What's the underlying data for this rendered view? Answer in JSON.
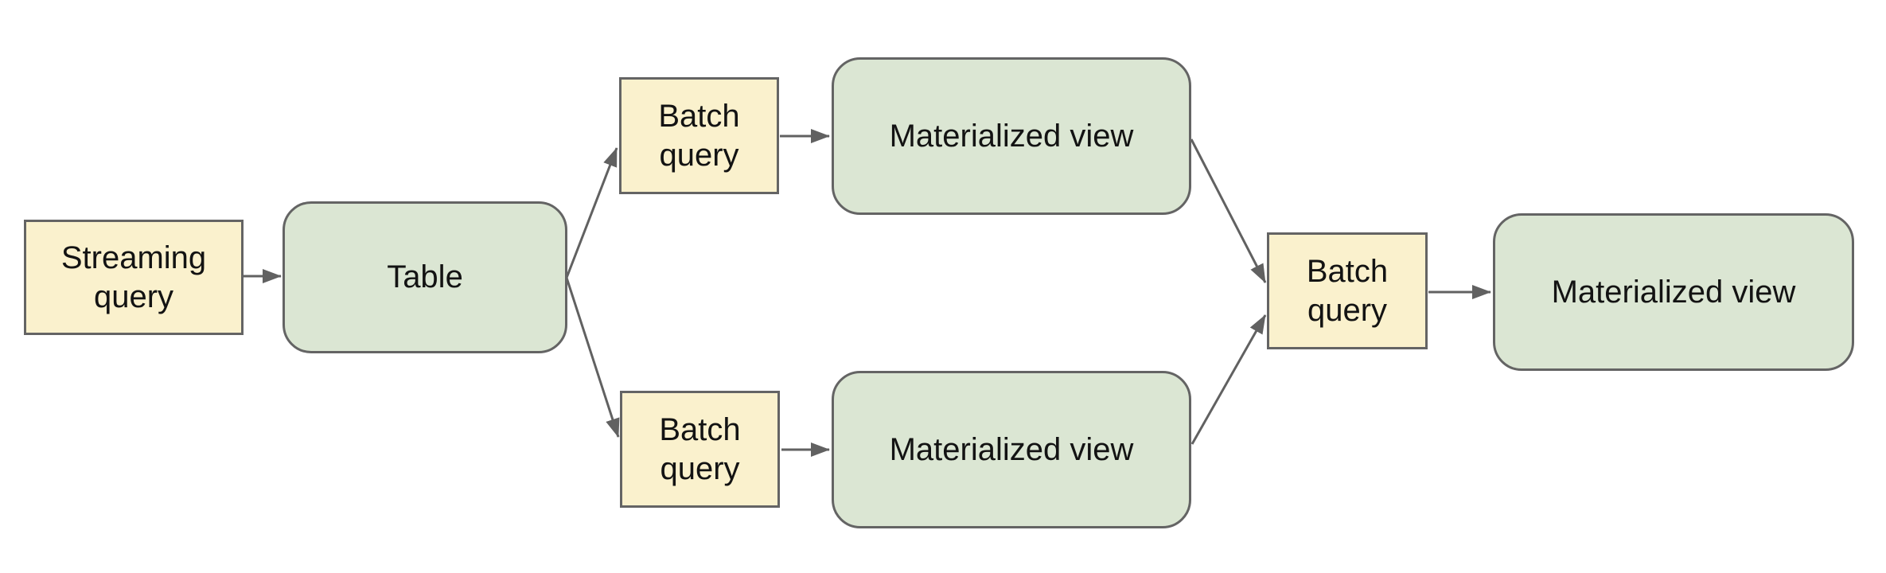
{
  "diagram": {
    "type": "flowchart",
    "description": "Streaming query feeds a table; batch queries fan out to materialized views which are combined by a batch query into a final materialized view",
    "nodes": [
      {
        "id": "streaming-query",
        "label": "Streaming query",
        "shape": "rectangle",
        "fill": "#faf1cd"
      },
      {
        "id": "table",
        "label": "Table",
        "shape": "rounded-rectangle",
        "fill": "#dbe6d3"
      },
      {
        "id": "batch-query-top",
        "label": "Batch query",
        "shape": "rectangle",
        "fill": "#faf1cd"
      },
      {
        "id": "materialized-view-top",
        "label": "Materialized view",
        "shape": "rounded-rectangle",
        "fill": "#dbe6d3"
      },
      {
        "id": "batch-query-bottom",
        "label": "Batch query",
        "shape": "rectangle",
        "fill": "#faf1cd"
      },
      {
        "id": "materialized-view-bottom",
        "label": "Materialized view",
        "shape": "rounded-rectangle",
        "fill": "#dbe6d3"
      },
      {
        "id": "batch-query-right",
        "label": "Batch query",
        "shape": "rectangle",
        "fill": "#faf1cd"
      },
      {
        "id": "materialized-view-right",
        "label": "Materialized view",
        "shape": "rounded-rectangle",
        "fill": "#dbe6d3"
      }
    ],
    "edges": [
      {
        "from": "streaming-query",
        "to": "table"
      },
      {
        "from": "table",
        "to": "batch-query-top"
      },
      {
        "from": "table",
        "to": "batch-query-bottom"
      },
      {
        "from": "batch-query-top",
        "to": "materialized-view-top"
      },
      {
        "from": "batch-query-bottom",
        "to": "materialized-view-bottom"
      },
      {
        "from": "materialized-view-top",
        "to": "batch-query-right"
      },
      {
        "from": "materialized-view-bottom",
        "to": "batch-query-right"
      },
      {
        "from": "batch-query-right",
        "to": "materialized-view-right"
      }
    ],
    "colors": {
      "query_fill": "#faf1cd",
      "table_view_fill": "#dbe6d3",
      "border": "#646464",
      "connector": "#616161",
      "text": "#131313",
      "background": "#ffffff"
    }
  }
}
